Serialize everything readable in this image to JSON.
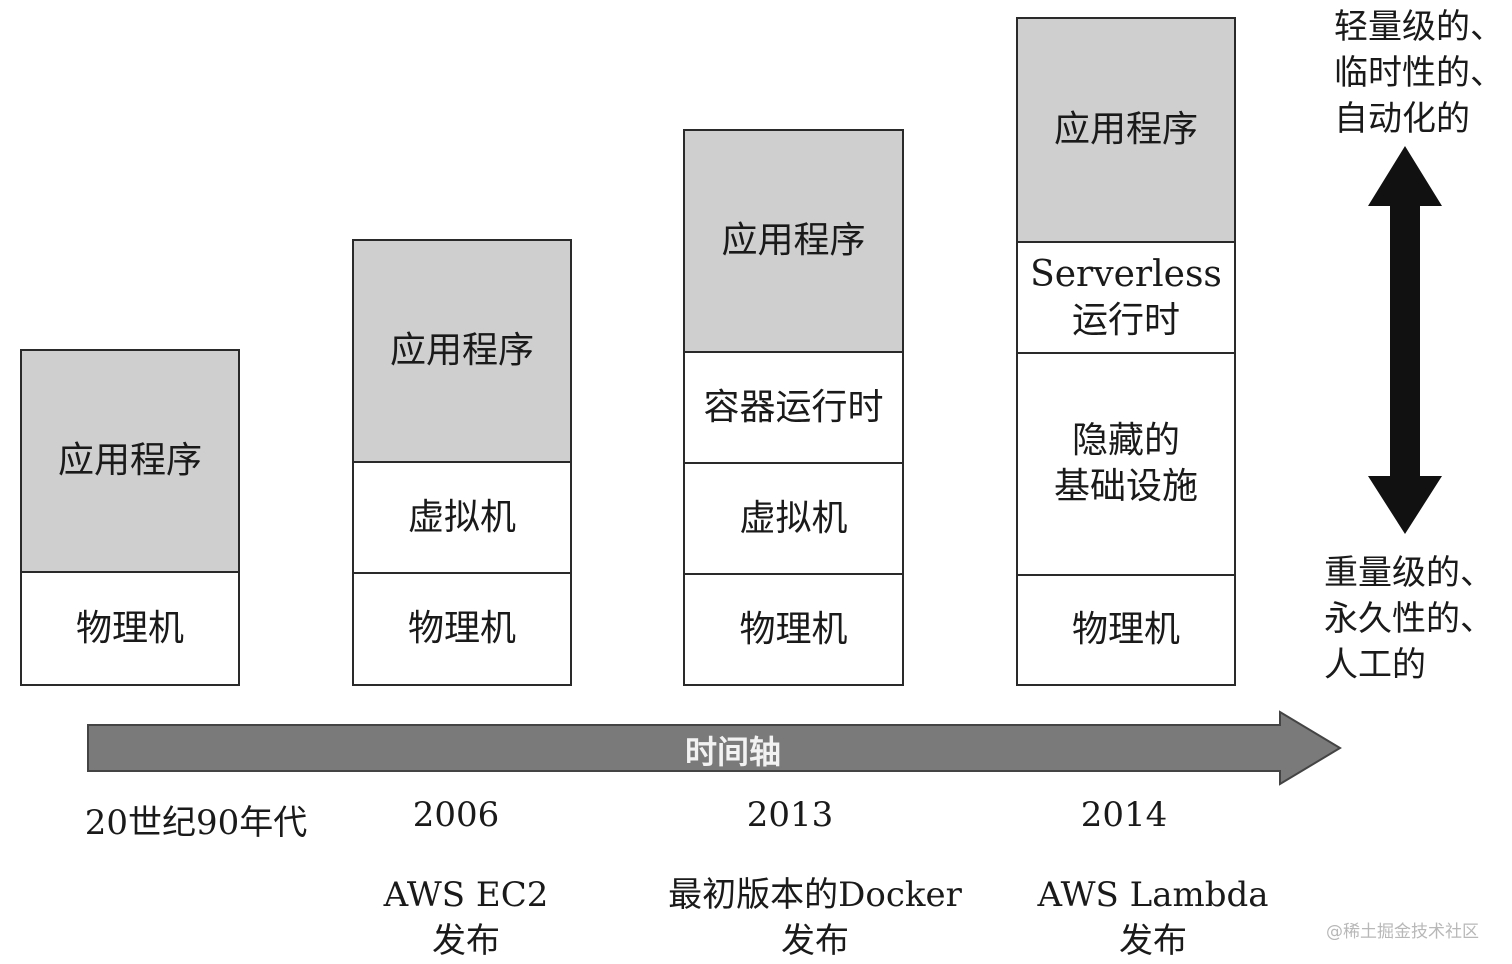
{
  "stacks": [
    {
      "layers": [
        "应用程序",
        "物理机"
      ]
    },
    {
      "layers": [
        "应用程序",
        "虚拟机",
        "物理机"
      ]
    },
    {
      "layers": [
        "应用程序",
        "容器运行时",
        "虚拟机",
        "物理机"
      ]
    },
    {
      "layers": [
        "应用程序",
        "Serverless\n运行时",
        "隐藏的\n基础设施",
        "物理机"
      ]
    }
  ],
  "timeline": {
    "label": "时间轴"
  },
  "years": [
    "20世纪90年代",
    "2006",
    "2013",
    "2014"
  ],
  "events": [
    "",
    "AWS EC2\n发布",
    "最初版本的Docker\n发布",
    "AWS Lambda\n发布"
  ],
  "spectrum": {
    "top": "轻量级的、\n临时性的、\n自动化的",
    "bottom": "重量级的、\n永久性的、\n人工的"
  },
  "watermark": "@稀土掘金技术社区",
  "colors": {
    "app_layer": "#cfcfcf",
    "timeline": "#7a7a7a",
    "arrow": "#111111"
  }
}
